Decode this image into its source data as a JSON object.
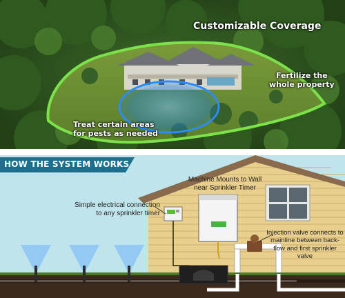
{
  "aerial": {
    "headline": "Customizable Coverage",
    "right_caption": "Fertilize the\nwhole property",
    "left_caption": "Treat certain areas\nfor pests as needed"
  },
  "diagram": {
    "heading": "HOW THE SYSTEM WORKS",
    "callouts": {
      "machine": "Machine Mounts to Wall\nnear Sprinkler Timer",
      "electrical": "Simple electrical connection\nto any sprinkler timer",
      "valve": "Injection valve connects to\nmainline between back-\nflow and first sprinkler\nvalve"
    }
  },
  "colors": {
    "sky": "#bfe4ec",
    "heading_bar": "#1e6f8e",
    "siding": "#e8cf8e",
    "roof": "#8a6a4c",
    "coverage_outline": "#7be24a",
    "spray_zone": "#1f7fd6"
  }
}
